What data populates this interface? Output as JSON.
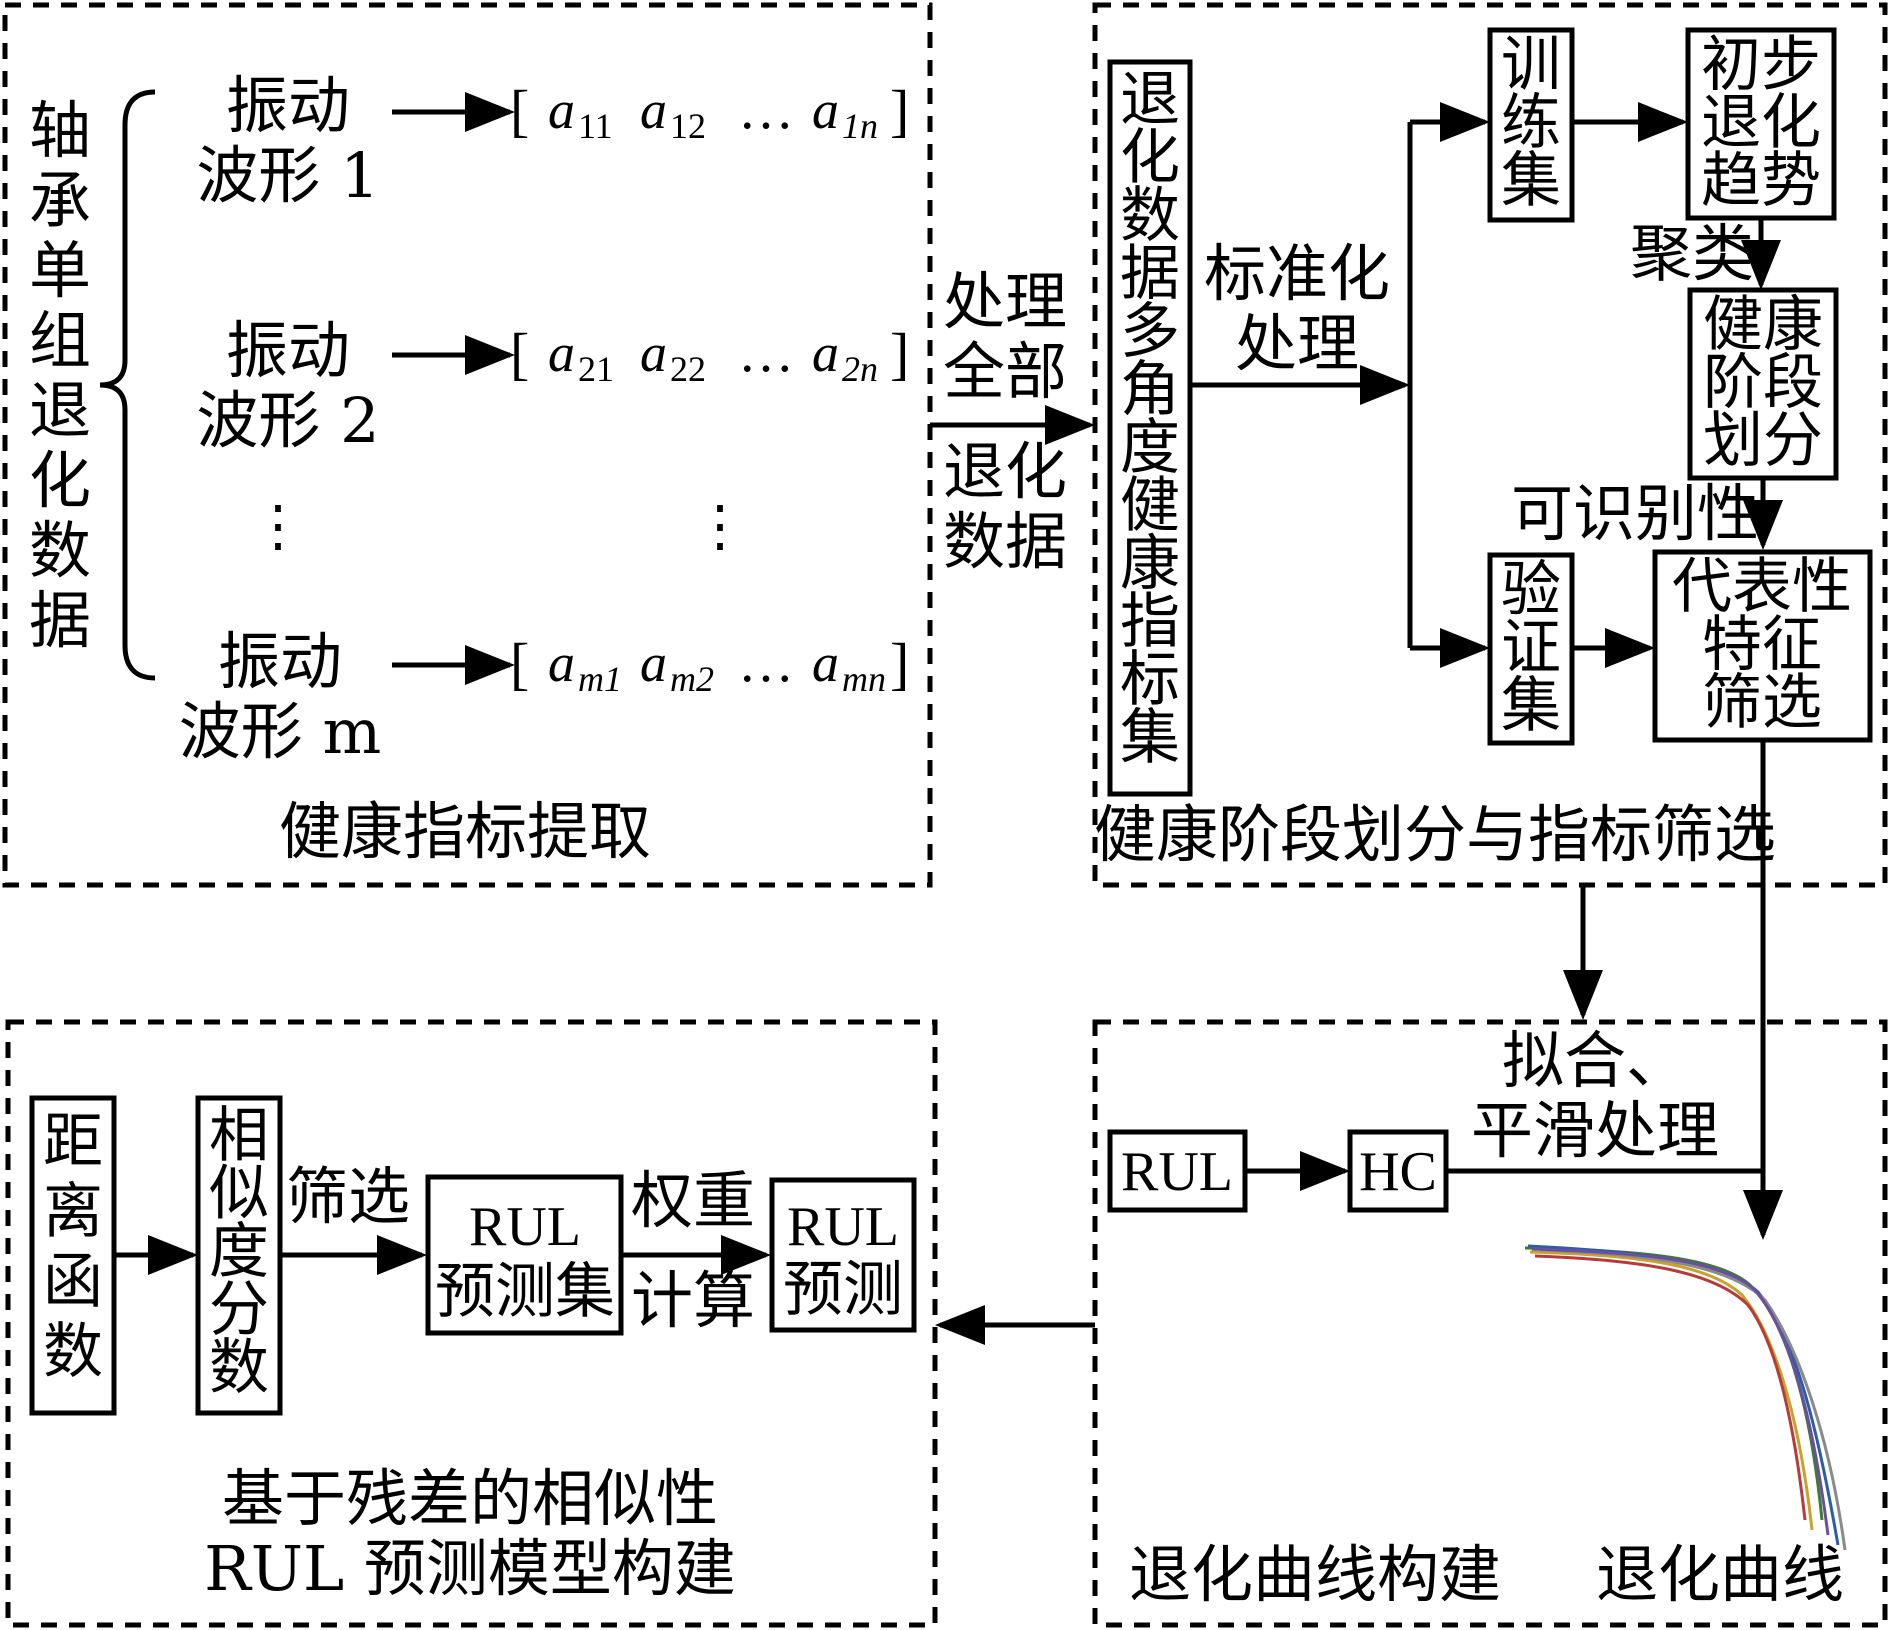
{
  "panels": {
    "extract": {
      "title": "健康指标提取",
      "brace_label": [
        "轴",
        "承",
        "单",
        "组",
        "退",
        "化",
        "数",
        "据"
      ],
      "rows": [
        {
          "l1": "振动",
          "l2": "波形 1",
          "m": [
            "a",
            "11",
            "a",
            "12",
            "…",
            "a",
            "1n"
          ]
        },
        {
          "l1": "振动",
          "l2": "波形 2",
          "m": [
            "a",
            "21",
            "a",
            "22",
            "…",
            "a",
            "2n"
          ]
        },
        {
          "l1": "振动",
          "l2": "波形 m",
          "m": [
            "a",
            "m1",
            "a",
            "m2",
            "…",
            "a",
            "mn"
          ]
        }
      ],
      "vdots": "⋮",
      "bracket_open": "[",
      "bracket_close": "]"
    },
    "stage": {
      "title": "健康阶段划分与指标筛选",
      "hi_set": [
        "退",
        "化",
        "数",
        "据",
        "多",
        "角",
        "度",
        "健",
        "康",
        "指",
        "标",
        "集"
      ],
      "norm": [
        "标准化",
        "处理"
      ],
      "train": [
        "训",
        "练",
        "集"
      ],
      "verify": [
        "验",
        "证",
        "集"
      ],
      "initial": [
        "初步",
        "退化",
        "趋势"
      ],
      "cluster": "聚类",
      "health": [
        "健康",
        "阶段",
        "划分"
      ],
      "identify": "可识别性",
      "rep": [
        "代表性",
        "特征",
        "筛选"
      ]
    },
    "between": [
      "处理",
      "全部",
      "退化",
      "数据"
    ],
    "curve": {
      "title": "退化曲线构建",
      "fit": [
        "拟合、",
        "平滑处理"
      ],
      "rul": "RUL",
      "hc": "HC",
      "curve_label": "退化曲线"
    },
    "model": {
      "title": [
        "基于残差的相似性",
        "RUL 预测模型构建"
      ],
      "distance": [
        "距",
        "离",
        "函",
        "数"
      ],
      "similarity": [
        "相",
        "似",
        "度",
        "分",
        "数"
      ],
      "filter": "筛选",
      "rulset": [
        "RUL",
        "预测集"
      ],
      "weight": [
        "权重",
        "计算"
      ],
      "pred": [
        "RUL",
        "预测"
      ]
    }
  },
  "colors": {
    "line": "#000000",
    "background": "#ffffff"
  }
}
